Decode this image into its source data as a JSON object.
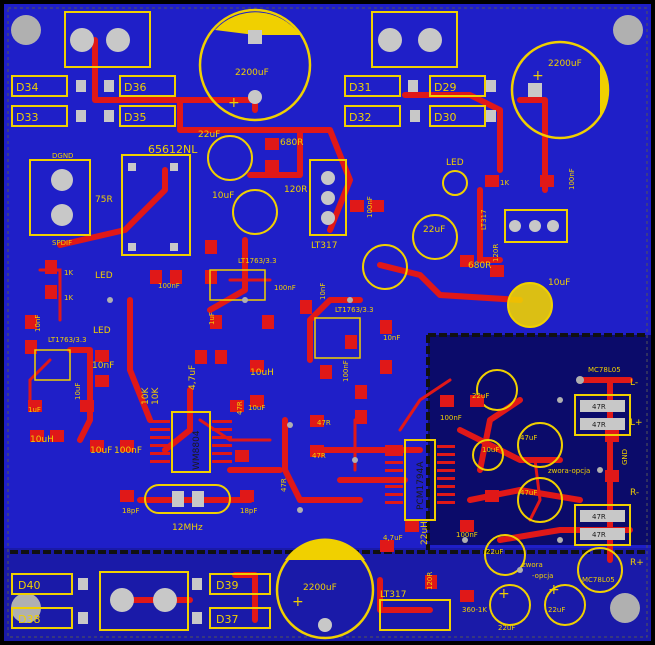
{
  "board": {
    "colors": {
      "background": "#000000",
      "copper_bottom": "#1f1fc8",
      "copper_top": "#e01818",
      "silkscreen": "#f0d000",
      "pad": "#c8c8c8",
      "via": "#b0b0b0"
    }
  },
  "labels": {
    "d34": "D34",
    "d36": "D36",
    "d33": "D33",
    "d35": "D35",
    "d31": "D31",
    "d29": "D29",
    "d32": "D32",
    "d30": "D30",
    "cap_2200_a": "2200uF",
    "cap_2200_b": "2200uF",
    "cap_2200_c": "2200uF",
    "c22u_a": "22uF",
    "r680_a": "680R",
    "r120_a": "120R",
    "lt317_a": "LT317",
    "c100n_a": "100nF",
    "c10u_a": "10uF",
    "trafo": "65612NL",
    "dgnd": "DGND",
    "spdif": "SPDIF",
    "r75": "75R",
    "led_a": "LED",
    "r1k_a": "1K",
    "c100n_b": "100nF",
    "c22u_b": "22uF",
    "r680_b": "680R",
    "r120_b": "120R",
    "lt317_b": "LT317",
    "c10u_b": "10uF",
    "lt1763_a": "LT1763/3.3",
    "lt1763_b": "LT1763/3.3",
    "lt1763_c": "LT1763/3.3",
    "led_b": "LED",
    "led_c": "LED",
    "r1k_b": "1K",
    "r1k_c": "1K",
    "c10n_a": "10nF",
    "c100n_c": "100nF",
    "c1u_a": "1uF",
    "c10u_c": "10uF",
    "c10uh_a": "10uH",
    "r10k": "10K",
    "c4_7": "4,7uF",
    "r10k_b": "10K",
    "c1u_b": "1uF",
    "c100n_d": "100nF",
    "c10n_b": "10nF",
    "c10uh_b": "10uH",
    "c100n_e": "100nF",
    "c10n_c": "10nF",
    "wm8804": "WM8804",
    "c10u_d": "10uF",
    "c100n_f": "100nF",
    "c10u_e": "10uF",
    "r47_a": "47R",
    "r47_b": "47R",
    "r47_c": "47R",
    "r47_d": "47R",
    "xtal": "12MHz",
    "c18p_a": "18pF",
    "c18p_b": "18pF",
    "pcm1794a": "PCM1794A",
    "c100n_g": "100nF",
    "c4_7_b": "4,7uF",
    "c22uh": "22uH",
    "c22u_c": "22uF",
    "c10u_f": "10uF",
    "c47u_a": "47uF",
    "c47u_b": "47uF",
    "mc78l05_a": "MC78L05",
    "mc78l05_b": "MC78L05",
    "r47_e": "47R",
    "r47_f": "47R",
    "r47_g": "47R",
    "r47_h": "47R",
    "l_minus": "L-",
    "l_plus": "L+",
    "r_minus": "R-",
    "r_plus": "R+",
    "gnd": "GND",
    "zwora_opcja": "zwora-opcja",
    "zwora": "zwora",
    "opcja": "-opcja",
    "c22u_d": "22uF",
    "c22u_e": "22uF",
    "c22u_f": "22uF",
    "c22u_g": "22uF",
    "d40": "D40",
    "d39": "D39",
    "d38": "D38",
    "d37": "D37",
    "lt317_c": "LT317",
    "r120_c": "120R",
    "r360": "360-1K"
  }
}
